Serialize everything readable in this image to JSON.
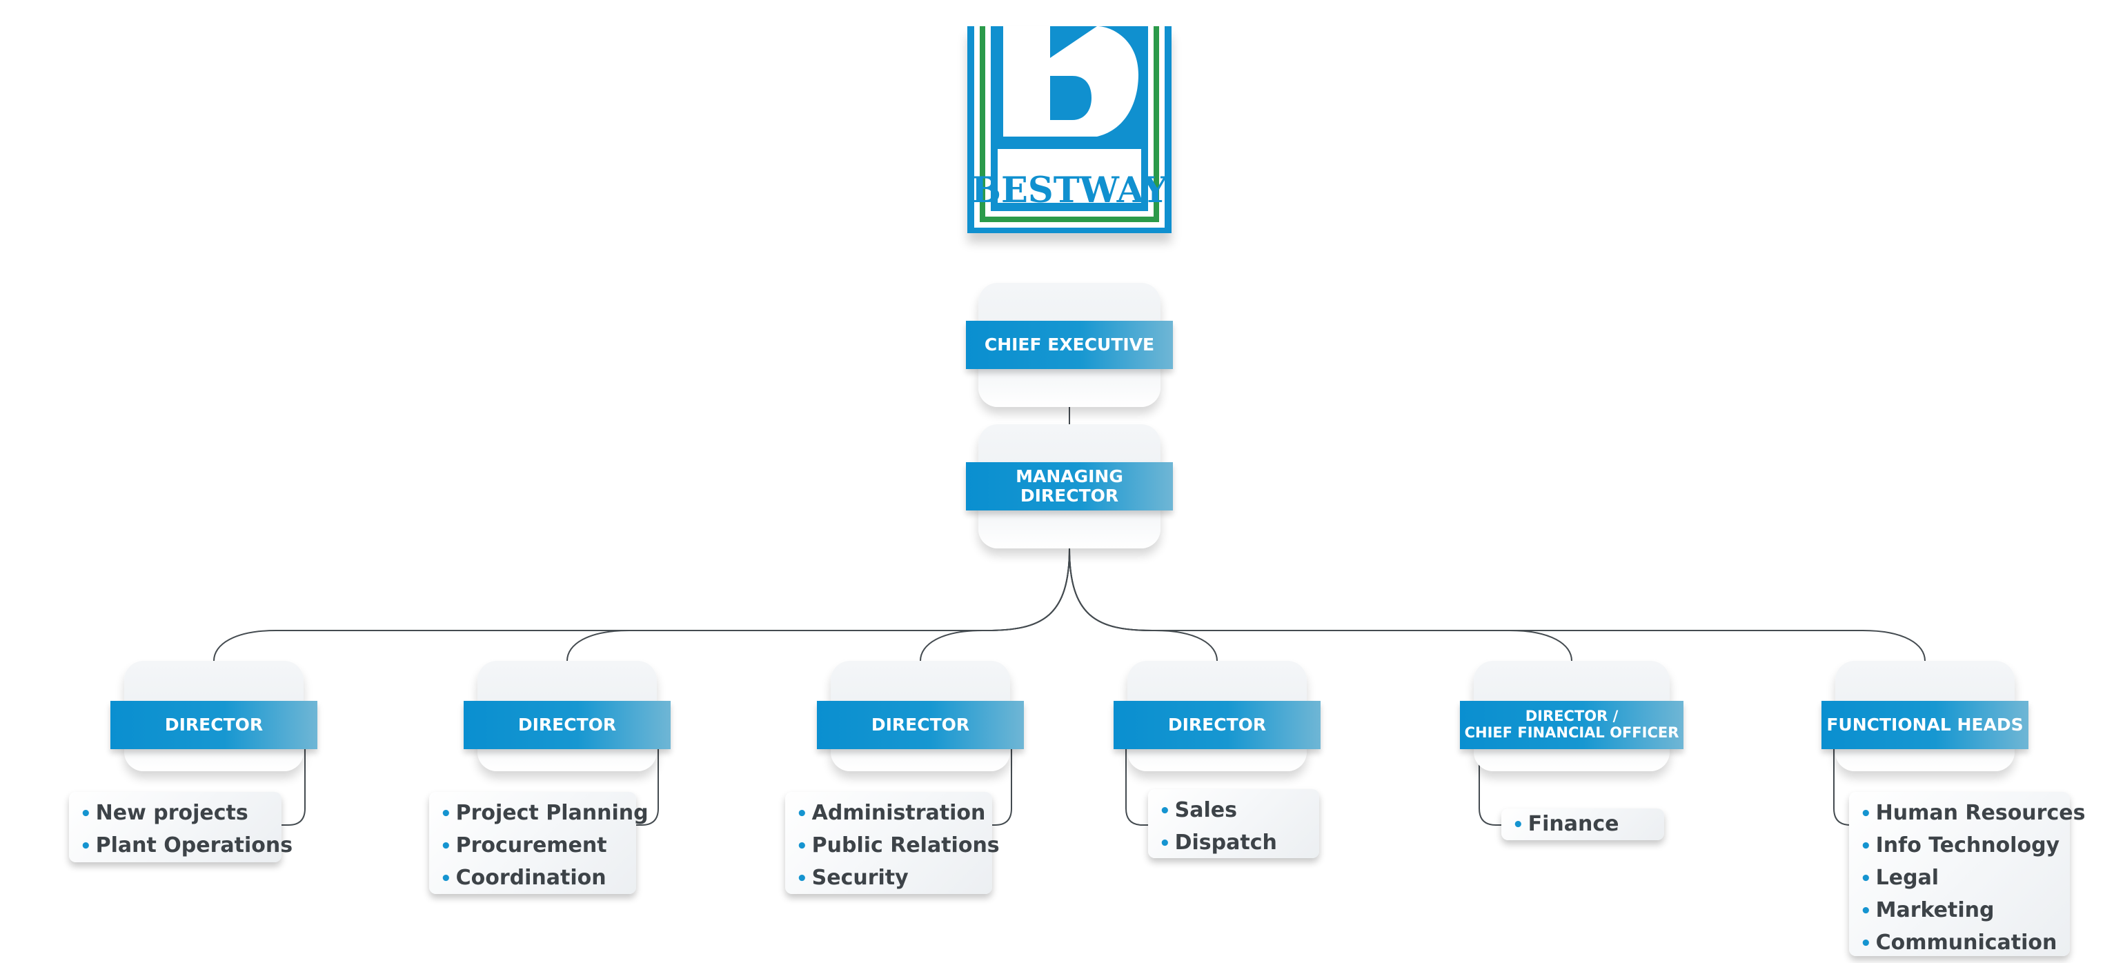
{
  "logo": {
    "text": "BESTWAY"
  },
  "colors": {
    "accent": "#0a8fd0",
    "accent_light": "#6fb6d5",
    "text": "#3d4348",
    "green": "#2b9a4a"
  },
  "top": [
    {
      "label": "CHIEF EXECUTIVE"
    },
    {
      "label": "MANAGING DIRECTOR"
    }
  ],
  "branches": [
    {
      "title_lines": [
        "DIRECTOR"
      ],
      "departments": [
        "New projects",
        "Plant Operations"
      ]
    },
    {
      "title_lines": [
        "DIRECTOR"
      ],
      "departments": [
        "Project Planning",
        "Procurement",
        "Coordination"
      ]
    },
    {
      "title_lines": [
        "DIRECTOR"
      ],
      "departments": [
        "Administration",
        "Public Relations",
        "Security"
      ]
    },
    {
      "title_lines": [
        "DIRECTOR"
      ],
      "departments": [
        "Sales",
        "Dispatch"
      ]
    },
    {
      "title_lines": [
        "DIRECTOR /",
        "CHIEF FINANCIAL OFFICER"
      ],
      "departments": [
        "Finance"
      ]
    },
    {
      "title_lines": [
        "FUNCTIONAL HEADS"
      ],
      "departments": [
        "Human Resources",
        "Info Technology",
        "Legal",
        "Marketing",
        "Communication"
      ]
    }
  ]
}
